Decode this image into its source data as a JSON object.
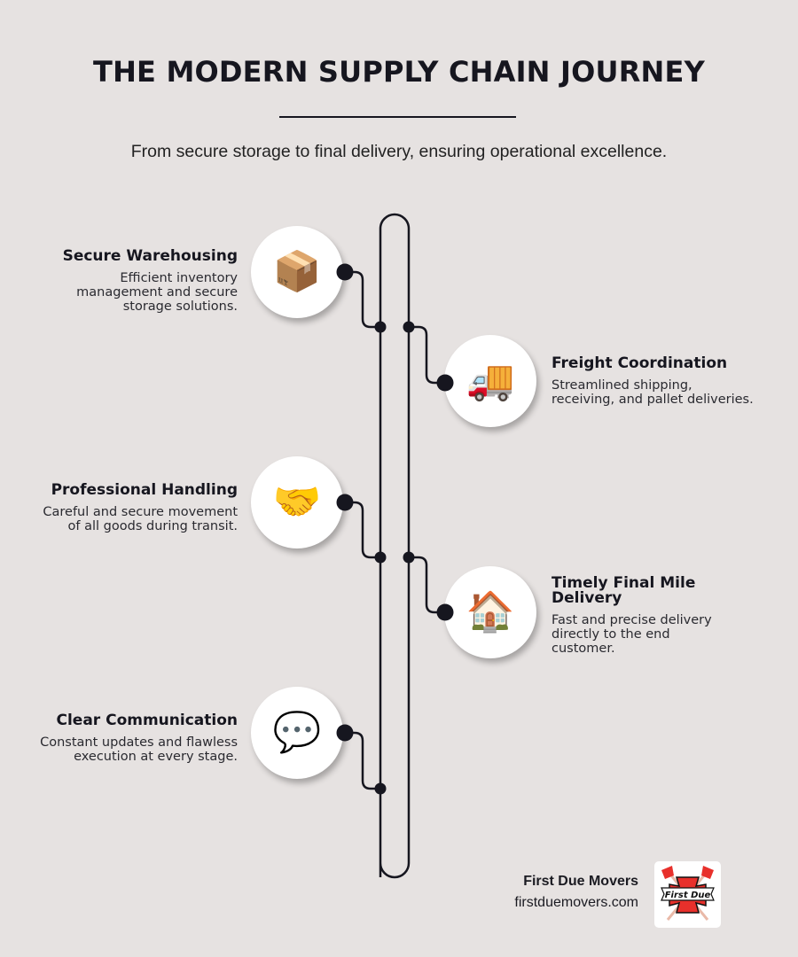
{
  "header": {
    "title": "THE MODERN SUPPLY CHAIN JOURNEY",
    "subtitle": "From secure storage to final delivery, ensuring operational excellence."
  },
  "steps": [
    {
      "side": "left",
      "title": "Secure Warehousing",
      "description": "Efficient inventory management and secure storage solutions.",
      "icon": "package-box-icon",
      "glyph": "📦"
    },
    {
      "side": "right",
      "title": "Freight Coordination",
      "description": "Streamlined shipping, receiving, and pallet deliveries.",
      "icon": "delivery-truck-icon",
      "glyph": "🚚"
    },
    {
      "side": "left",
      "title": "Professional Handling",
      "description": "Careful and secure movement of all goods during transit.",
      "icon": "handshake-icon",
      "glyph": "🤝"
    },
    {
      "side": "right",
      "title": "Timely Final Mile Delivery",
      "description": "Fast and precise delivery directly to the end customer.",
      "icon": "house-icon",
      "glyph": "🏠"
    },
    {
      "side": "left",
      "title": "Clear Communication",
      "description": "Constant updates and flawless execution at every stage.",
      "icon": "speech-bubble-icon",
      "glyph": "💬"
    }
  ],
  "footer": {
    "brand_name": "First Due Movers",
    "url": "firstduemovers.com",
    "logo_text": "First Due"
  },
  "colors": {
    "background": "#e6e2e1",
    "ink": "#16161f",
    "node_fill": "#ffffff",
    "logo_red": "#e8302b"
  }
}
